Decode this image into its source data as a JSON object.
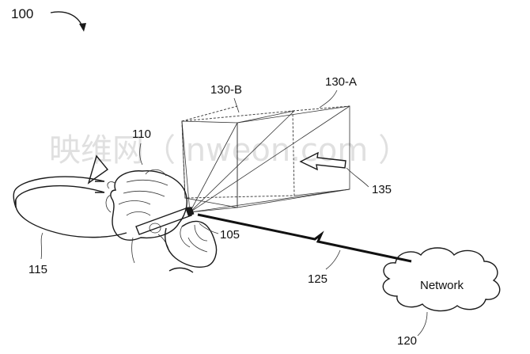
{
  "figure": {
    "ref_main": "100",
    "ref_view_b": "130-B",
    "ref_view_a": "130-A",
    "ref_user": "110",
    "ref_direction_arrow": "135",
    "ref_device": "105",
    "ref_rotation": "115",
    "ref_link": "125",
    "ref_network_number": "120",
    "network_label": "Network"
  },
  "watermark": "映维网（ nweon.com ）"
}
